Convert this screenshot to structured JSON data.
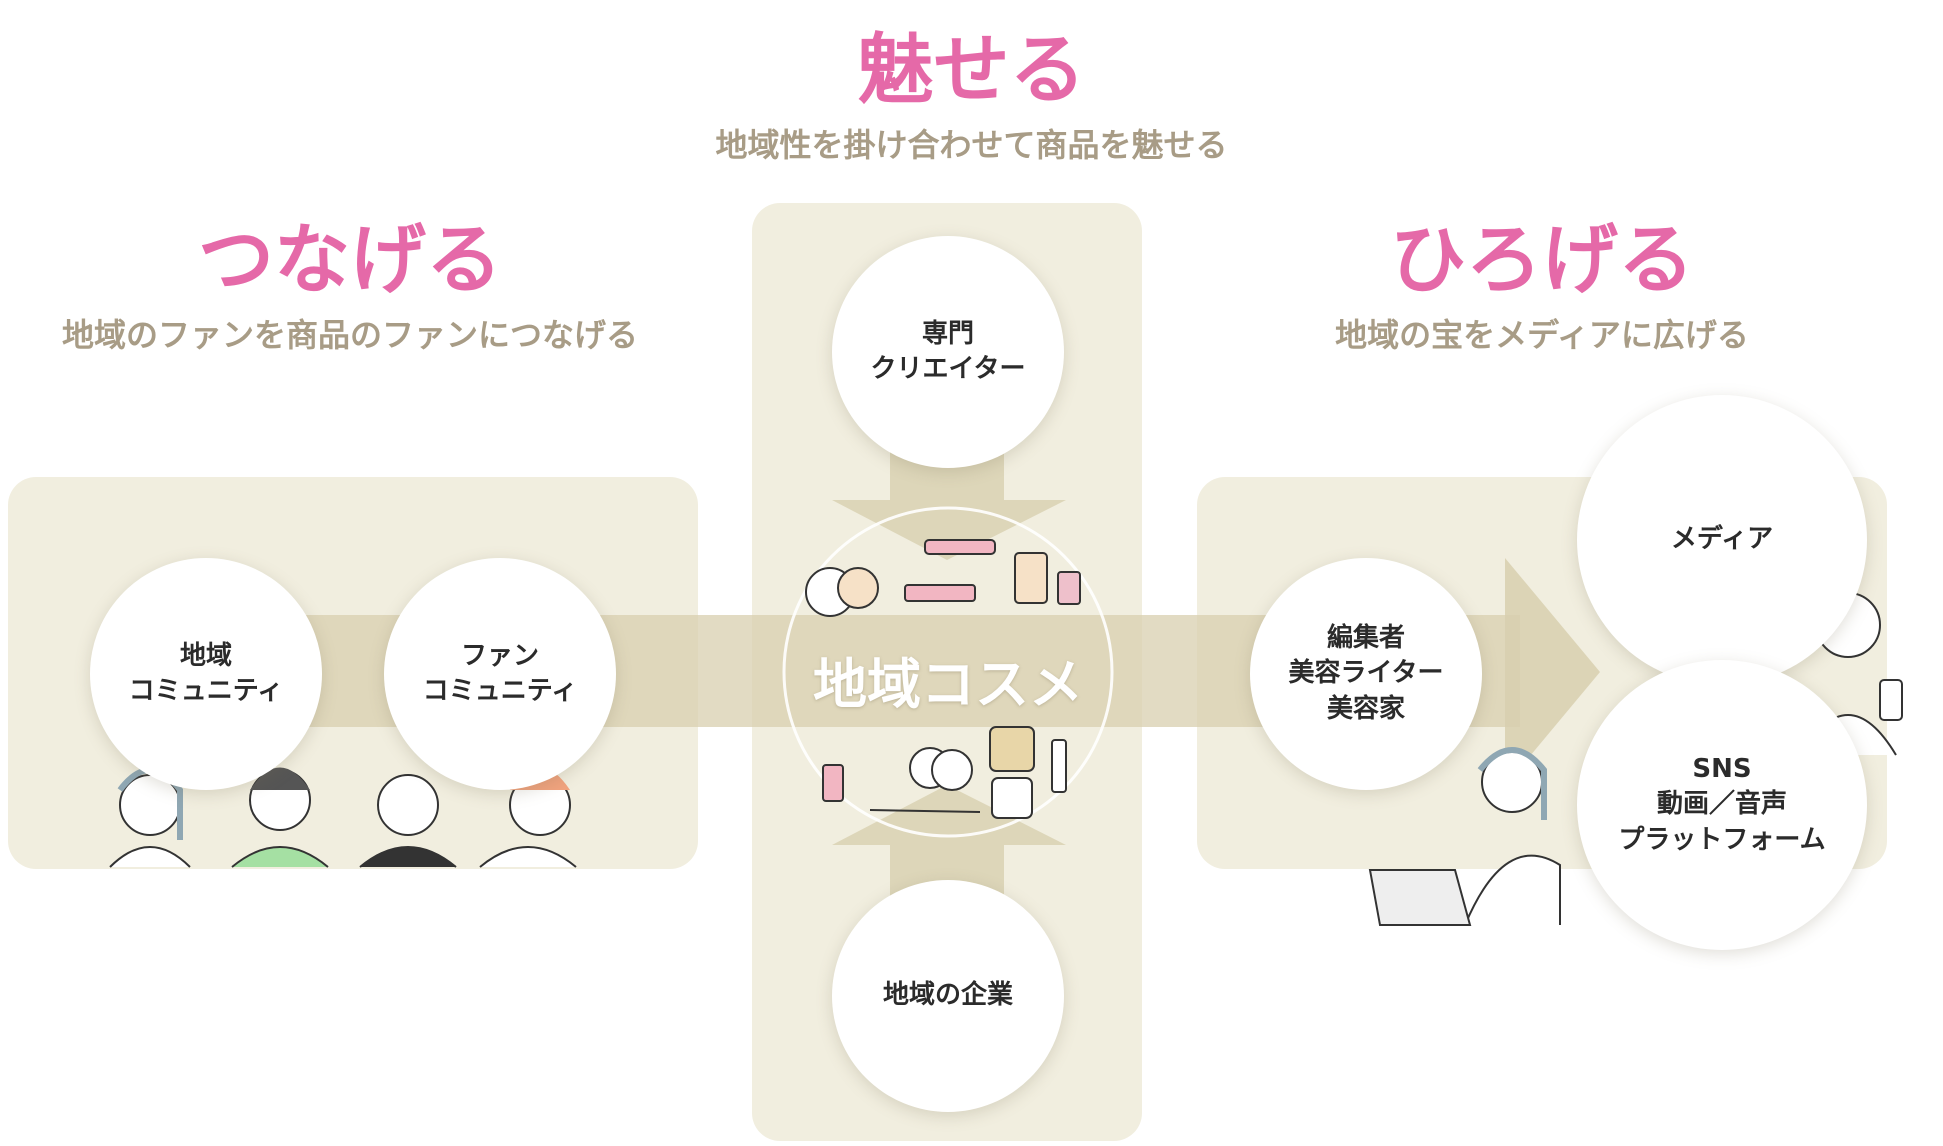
{
  "center_top": {
    "title": "魅せる",
    "subtitle": "地域性を掛け合わせて商品を魅せる"
  },
  "left": {
    "title": "つなげる",
    "subtitle": "地域のファンを商品のファンにつなげる"
  },
  "right": {
    "title": "ひろげる",
    "subtitle": "地域の宝をメディアに広げる"
  },
  "core": {
    "label": "地域コスメ"
  },
  "nodes": {
    "creator": [
      "専門",
      "クリエイター"
    ],
    "company": [
      "地域の企業"
    ],
    "local_community": [
      "地域",
      "コミュニティ"
    ],
    "fan_community": [
      "ファン",
      "コミュニティ"
    ],
    "editors": [
      "編集者",
      "美容ライター",
      "美容家"
    ],
    "media": [
      "メディア"
    ],
    "sns": [
      "SNS",
      "動画／音声",
      "プラットフォーム"
    ]
  },
  "colors": {
    "accent": "#e569a8",
    "sub_text": "#a89c86",
    "panel": "#f1eedf",
    "arrow": "#d8cfaf"
  }
}
